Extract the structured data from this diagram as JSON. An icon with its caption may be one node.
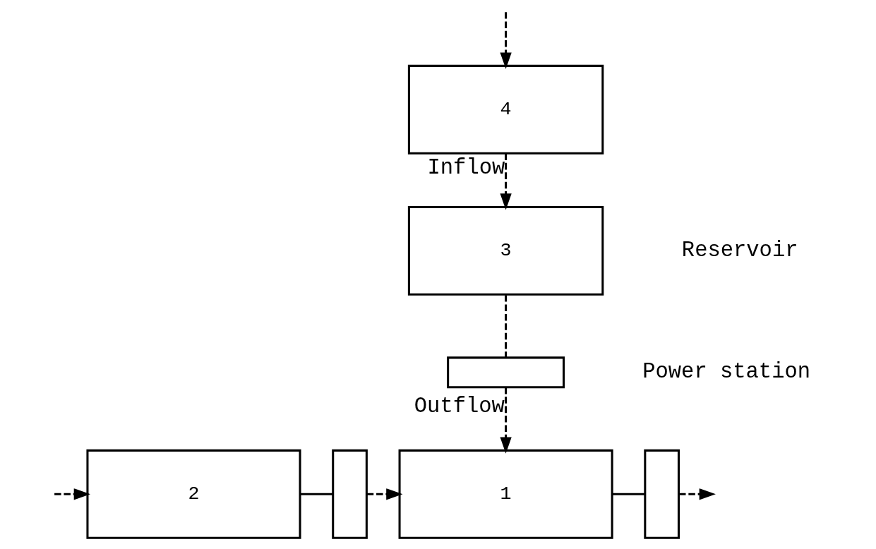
{
  "diagram": {
    "nodes": [
      {
        "text": [
          "4"
        ]
      },
      {
        "text": [
          "3"
        ],
        "beside": [
          "Reservoir"
        ]
      },
      {
        "text": [],
        "shape": "box",
        "beside": [
          "Power station"
        ]
      },
      {
        "text": [
          "2"
        ]
      },
      {
        "text": [],
        "shape": "box"
      },
      {
        "text": [
          "1"
        ]
      },
      {
        "text": [],
        "shape": "box"
      }
    ],
    "edges": [
      {
        "from": null,
        "to": 0,
        "arrow": "to",
        "style": "dashed"
      },
      {
        "from": 0,
        "to": 1,
        "arrow": "to",
        "style": "dashed",
        "label": "Inflow"
      },
      {
        "from": 1,
        "to": 2,
        "arrow": "none",
        "style": "dashed"
      },
      {
        "from": 2,
        "to": 5,
        "arrow": "to",
        "style": "dashed",
        "label": "Outflow"
      },
      {
        "from": null,
        "to": 3,
        "arrow": "to",
        "style": "dashed"
      },
      {
        "from": 3,
        "to": 4,
        "arrow": "none"
      },
      {
        "from": 4,
        "to": 5,
        "arrow": "to",
        "style": "dashed"
      },
      {
        "from": 5,
        "to": 6,
        "arrow": "none"
      },
      {
        "from": 6,
        "to": null,
        "arrow": "to",
        "style": "dashed"
      }
    ]
  }
}
